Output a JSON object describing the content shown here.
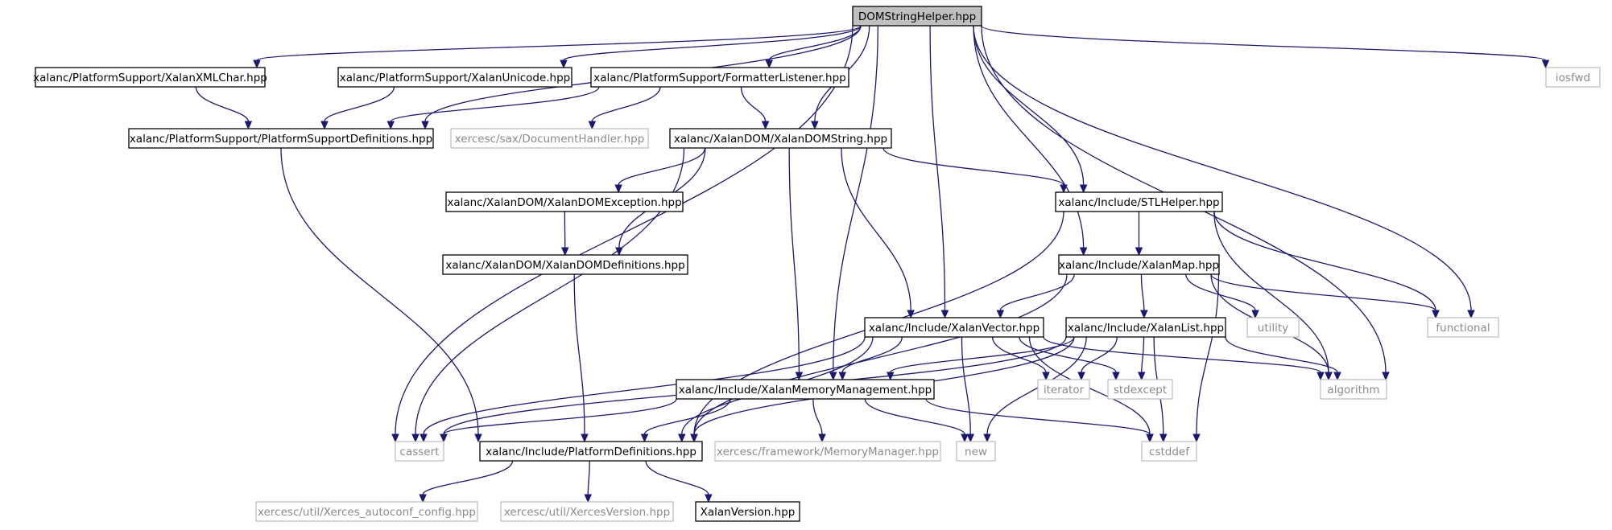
{
  "diagram": {
    "nodes": [
      {
        "id": "DOMStringHelper",
        "label": "DOMStringHelper.hpp",
        "kind": "main"
      },
      {
        "id": "XalanXMLChar",
        "label": "xalanc/PlatformSupport/XalanXMLChar.hpp",
        "kind": "local"
      },
      {
        "id": "XalanUnicode",
        "label": "xalanc/PlatformSupport/XalanUnicode.hpp",
        "kind": "local"
      },
      {
        "id": "FormatterListener",
        "label": "xalanc/PlatformSupport/FormatterListener.hpp",
        "kind": "local"
      },
      {
        "id": "iosfwd",
        "label": "iosfwd",
        "kind": "external"
      },
      {
        "id": "PlatformSupportDefinitions",
        "label": "xalanc/PlatformSupport/PlatformSupportDefinitions.hpp",
        "kind": "local"
      },
      {
        "id": "DocumentHandler",
        "label": "xercesc/sax/DocumentHandler.hpp",
        "kind": "external"
      },
      {
        "id": "XalanDOMString",
        "label": "xalanc/XalanDOM/XalanDOMString.hpp",
        "kind": "local"
      },
      {
        "id": "XalanDOMException",
        "label": "xalanc/XalanDOM/XalanDOMException.hpp",
        "kind": "local"
      },
      {
        "id": "STLHelper",
        "label": "xalanc/Include/STLHelper.hpp",
        "kind": "local"
      },
      {
        "id": "XalanDOMDefinitions",
        "label": "xalanc/XalanDOM/XalanDOMDefinitions.hpp",
        "kind": "local"
      },
      {
        "id": "XalanMap",
        "label": "xalanc/Include/XalanMap.hpp",
        "kind": "local"
      },
      {
        "id": "XalanVector",
        "label": "xalanc/Include/XalanVector.hpp",
        "kind": "local"
      },
      {
        "id": "XalanList",
        "label": "xalanc/Include/XalanList.hpp",
        "kind": "local"
      },
      {
        "id": "utility",
        "label": "utility",
        "kind": "external"
      },
      {
        "id": "functional",
        "label": "functional",
        "kind": "external"
      },
      {
        "id": "XalanMemoryManagement",
        "label": "xalanc/Include/XalanMemoryManagement.hpp",
        "kind": "local"
      },
      {
        "id": "iterator",
        "label": "iterator",
        "kind": "external"
      },
      {
        "id": "stdexcept",
        "label": "stdexcept",
        "kind": "external"
      },
      {
        "id": "algorithm",
        "label": "algorithm",
        "kind": "external"
      },
      {
        "id": "cassert",
        "label": "cassert",
        "kind": "external"
      },
      {
        "id": "PlatformDefinitions",
        "label": "xalanc/Include/PlatformDefinitions.hpp",
        "kind": "local"
      },
      {
        "id": "MemoryManager",
        "label": "xercesc/framework/MemoryManager.hpp",
        "kind": "external"
      },
      {
        "id": "new",
        "label": "new",
        "kind": "external"
      },
      {
        "id": "cstddef",
        "label": "cstddef",
        "kind": "external"
      },
      {
        "id": "Xerces_autoconf_config",
        "label": "xercesc/util/Xerces_autoconf_config.hpp",
        "kind": "external"
      },
      {
        "id": "XercesVersion",
        "label": "xercesc/util/XercesVersion.hpp",
        "kind": "external"
      },
      {
        "id": "XalanVersion",
        "label": "XalanVersion.hpp",
        "kind": "local"
      }
    ],
    "edges": [
      {
        "from": "DOMStringHelper",
        "to": "XalanXMLChar"
      },
      {
        "from": "DOMStringHelper",
        "to": "XalanUnicode"
      },
      {
        "from": "DOMStringHelper",
        "to": "FormatterListener"
      },
      {
        "from": "DOMStringHelper",
        "to": "iosfwd"
      },
      {
        "from": "DOMStringHelper",
        "to": "PlatformSupportDefinitions"
      },
      {
        "from": "DOMStringHelper",
        "to": "XalanDOMString"
      },
      {
        "from": "DOMStringHelper",
        "to": "STLHelper"
      },
      {
        "from": "DOMStringHelper",
        "to": "XalanMap"
      },
      {
        "from": "DOMStringHelper",
        "to": "XalanVector"
      },
      {
        "from": "DOMStringHelper",
        "to": "XalanMemoryManagement"
      },
      {
        "from": "DOMStringHelper",
        "to": "functional"
      },
      {
        "from": "DOMStringHelper",
        "to": "algorithm"
      },
      {
        "from": "DOMStringHelper",
        "to": "cassert"
      },
      {
        "from": "XalanXMLChar",
        "to": "PlatformSupportDefinitions"
      },
      {
        "from": "XalanUnicode",
        "to": "PlatformSupportDefinitions"
      },
      {
        "from": "FormatterListener",
        "to": "PlatformSupportDefinitions"
      },
      {
        "from": "FormatterListener",
        "to": "DocumentHandler"
      },
      {
        "from": "FormatterListener",
        "to": "XalanDOMString"
      },
      {
        "from": "PlatformSupportDefinitions",
        "to": "PlatformDefinitions"
      },
      {
        "from": "XalanDOMString",
        "to": "cassert"
      },
      {
        "from": "XalanDOMString",
        "to": "XalanDOMException"
      },
      {
        "from": "XalanDOMString",
        "to": "XalanDOMDefinitions"
      },
      {
        "from": "XalanDOMString",
        "to": "XalanMemoryManagement"
      },
      {
        "from": "XalanDOMString",
        "to": "XalanVector"
      },
      {
        "from": "XalanDOMString",
        "to": "STLHelper"
      },
      {
        "from": "XalanDOMException",
        "to": "XalanDOMDefinitions"
      },
      {
        "from": "XalanDOMDefinitions",
        "to": "PlatformDefinitions"
      },
      {
        "from": "STLHelper",
        "to": "PlatformDefinitions"
      },
      {
        "from": "STLHelper",
        "to": "XalanMap"
      },
      {
        "from": "STLHelper",
        "to": "functional"
      },
      {
        "from": "STLHelper",
        "to": "algorithm"
      },
      {
        "from": "XalanMap",
        "to": "PlatformDefinitions"
      },
      {
        "from": "XalanMap",
        "to": "XalanVector"
      },
      {
        "from": "XalanMap",
        "to": "XalanList"
      },
      {
        "from": "XalanMap",
        "to": "utility"
      },
      {
        "from": "XalanMap",
        "to": "functional"
      },
      {
        "from": "XalanMap",
        "to": "algorithm"
      },
      {
        "from": "XalanMap",
        "to": "cstddef"
      },
      {
        "from": "XalanVector",
        "to": "cassert"
      },
      {
        "from": "XalanVector",
        "to": "PlatformDefinitions"
      },
      {
        "from": "XalanVector",
        "to": "XalanMemoryManagement"
      },
      {
        "from": "XalanVector",
        "to": "iterator"
      },
      {
        "from": "XalanVector",
        "to": "stdexcept"
      },
      {
        "from": "XalanVector",
        "to": "algorithm"
      },
      {
        "from": "XalanVector",
        "to": "new"
      },
      {
        "from": "XalanVector",
        "to": "cstddef"
      },
      {
        "from": "XalanList",
        "to": "XalanMemoryManagement"
      },
      {
        "from": "XalanList",
        "to": "cassert"
      },
      {
        "from": "XalanList",
        "to": "PlatformDefinitions"
      },
      {
        "from": "XalanList",
        "to": "iterator"
      },
      {
        "from": "XalanList",
        "to": "stdexcept"
      },
      {
        "from": "XalanList",
        "to": "algorithm"
      },
      {
        "from": "XalanList",
        "to": "new"
      },
      {
        "from": "XalanList",
        "to": "cstddef"
      },
      {
        "from": "XalanMemoryManagement",
        "to": "cassert"
      },
      {
        "from": "XalanMemoryManagement",
        "to": "PlatformDefinitions"
      },
      {
        "from": "XalanMemoryManagement",
        "to": "MemoryManager"
      },
      {
        "from": "XalanMemoryManagement",
        "to": "new"
      },
      {
        "from": "XalanMemoryManagement",
        "to": "cstddef"
      },
      {
        "from": "PlatformDefinitions",
        "to": "Xerces_autoconf_config"
      },
      {
        "from": "PlatformDefinitions",
        "to": "XercesVersion"
      },
      {
        "from": "PlatformDefinitions",
        "to": "XalanVersion"
      }
    ]
  }
}
